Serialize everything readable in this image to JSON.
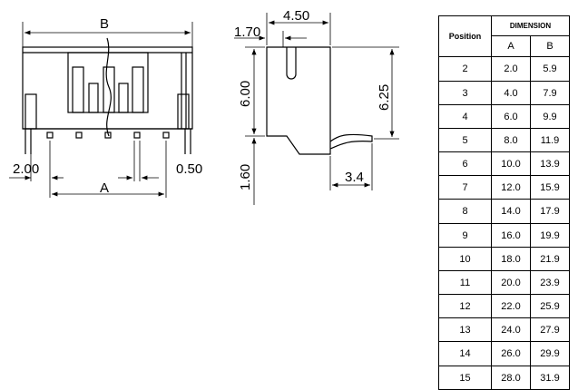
{
  "front_view": {
    "label_B": "B",
    "label_A": "A",
    "label_left_offset": "2.00",
    "label_right_offset": "0.50"
  },
  "side_view": {
    "label_width": "4.50",
    "label_top": "1.70",
    "label_height": "6.00",
    "label_total_height": "6.25",
    "label_pin_length": "1.60",
    "label_tail": "3.4"
  },
  "table": {
    "header_position": "Position",
    "header_dimension": "DIMENSION",
    "header_a": "A",
    "header_b": "B",
    "rows": [
      {
        "position": "2",
        "a": "2.0",
        "b": "5.9"
      },
      {
        "position": "3",
        "a": "4.0",
        "b": "7.9"
      },
      {
        "position": "4",
        "a": "6.0",
        "b": "9.9"
      },
      {
        "position": "5",
        "a": "8.0",
        "b": "11.9"
      },
      {
        "position": "6",
        "a": "10.0",
        "b": "13.9"
      },
      {
        "position": "7",
        "a": "12.0",
        "b": "15.9"
      },
      {
        "position": "8",
        "a": "14.0",
        "b": "17.9"
      },
      {
        "position": "9",
        "a": "16.0",
        "b": "19.9"
      },
      {
        "position": "10",
        "a": "18.0",
        "b": "21.9"
      },
      {
        "position": "11",
        "a": "20.0",
        "b": "23.9"
      },
      {
        "position": "12",
        "a": "22.0",
        "b": "25.9"
      },
      {
        "position": "13",
        "a": "24.0",
        "b": "27.9"
      },
      {
        "position": "14",
        "a": "26.0",
        "b": "29.9"
      },
      {
        "position": "15",
        "a": "28.0",
        "b": "31.9"
      }
    ]
  }
}
